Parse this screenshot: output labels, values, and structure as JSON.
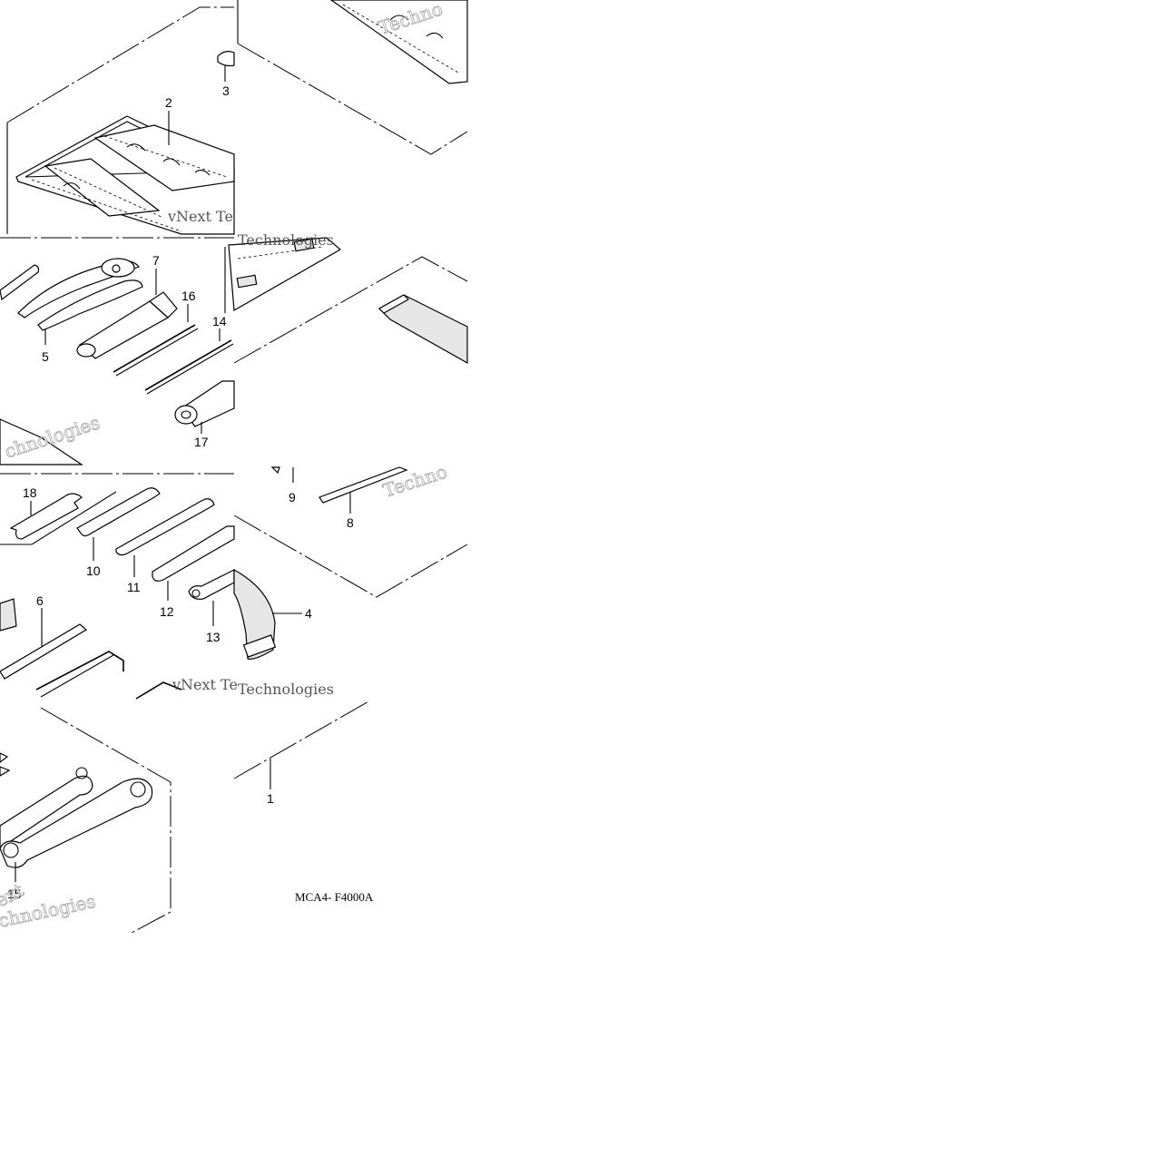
{
  "callouts": {
    "c1": "1",
    "c2": "2",
    "c3": "3",
    "c4": "4",
    "c5": "5",
    "c6": "6",
    "c7": "7",
    "c8": "8",
    "c9": "9",
    "c10": "10",
    "c11": "11",
    "c12": "12",
    "c13": "13",
    "c14": "14",
    "c15": "15",
    "c16": "16",
    "c17": "17",
    "c18": "18"
  },
  "diagram_code": "MCA4- F4000A",
  "watermark": {
    "a": "vNext Te",
    "b": "Techno",
    "c": "Technologies",
    "d": "chnologies",
    "e": "ext",
    "f": "vNext"
  }
}
